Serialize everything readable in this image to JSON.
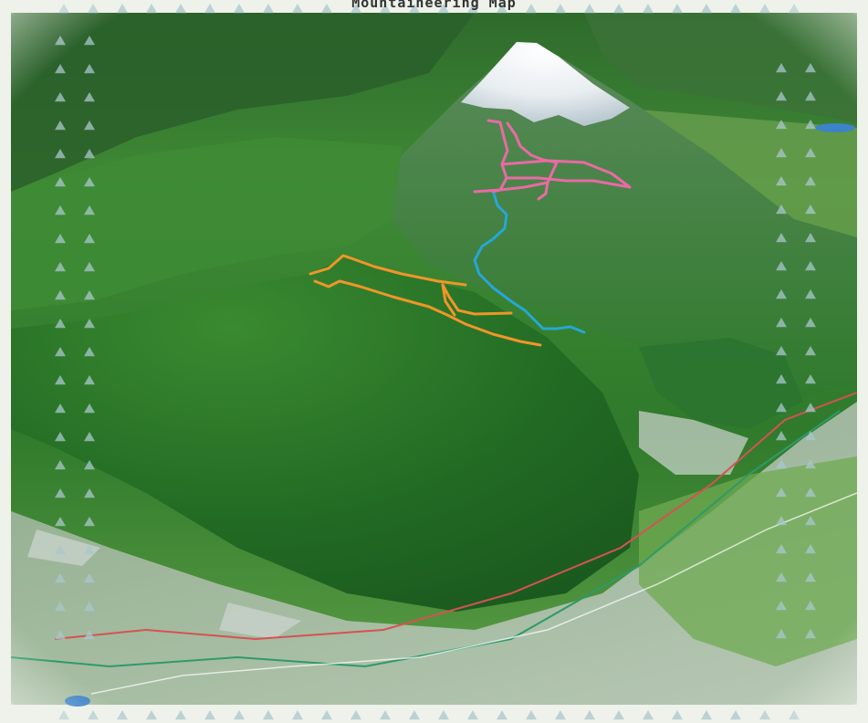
{
  "title": "Mountaineering Map",
  "colors": {
    "frame": "#eef2ea",
    "frame_triangle": "#a9c7cc",
    "forest_dark": "#1f5a22",
    "forest_mid": "#3f8a33",
    "forest_light": "#7bb552",
    "valley": "#b9c4bb",
    "snow": "#f4f6f8",
    "route_pink": "#e96aa5",
    "route_blue": "#27a6d6",
    "route_orange": "#f0952a",
    "water": "#3d83c8",
    "road_red": "#d45353",
    "road_green": "#2e9a6a"
  },
  "icons": {
    "frame_marker": "triangle-icon"
  },
  "routes": [
    {
      "id": "summit-pink",
      "color": "route_pink"
    },
    {
      "id": "approach-blue",
      "color": "route_blue"
    },
    {
      "id": "ridge-orange",
      "color": "route_orange"
    }
  ]
}
